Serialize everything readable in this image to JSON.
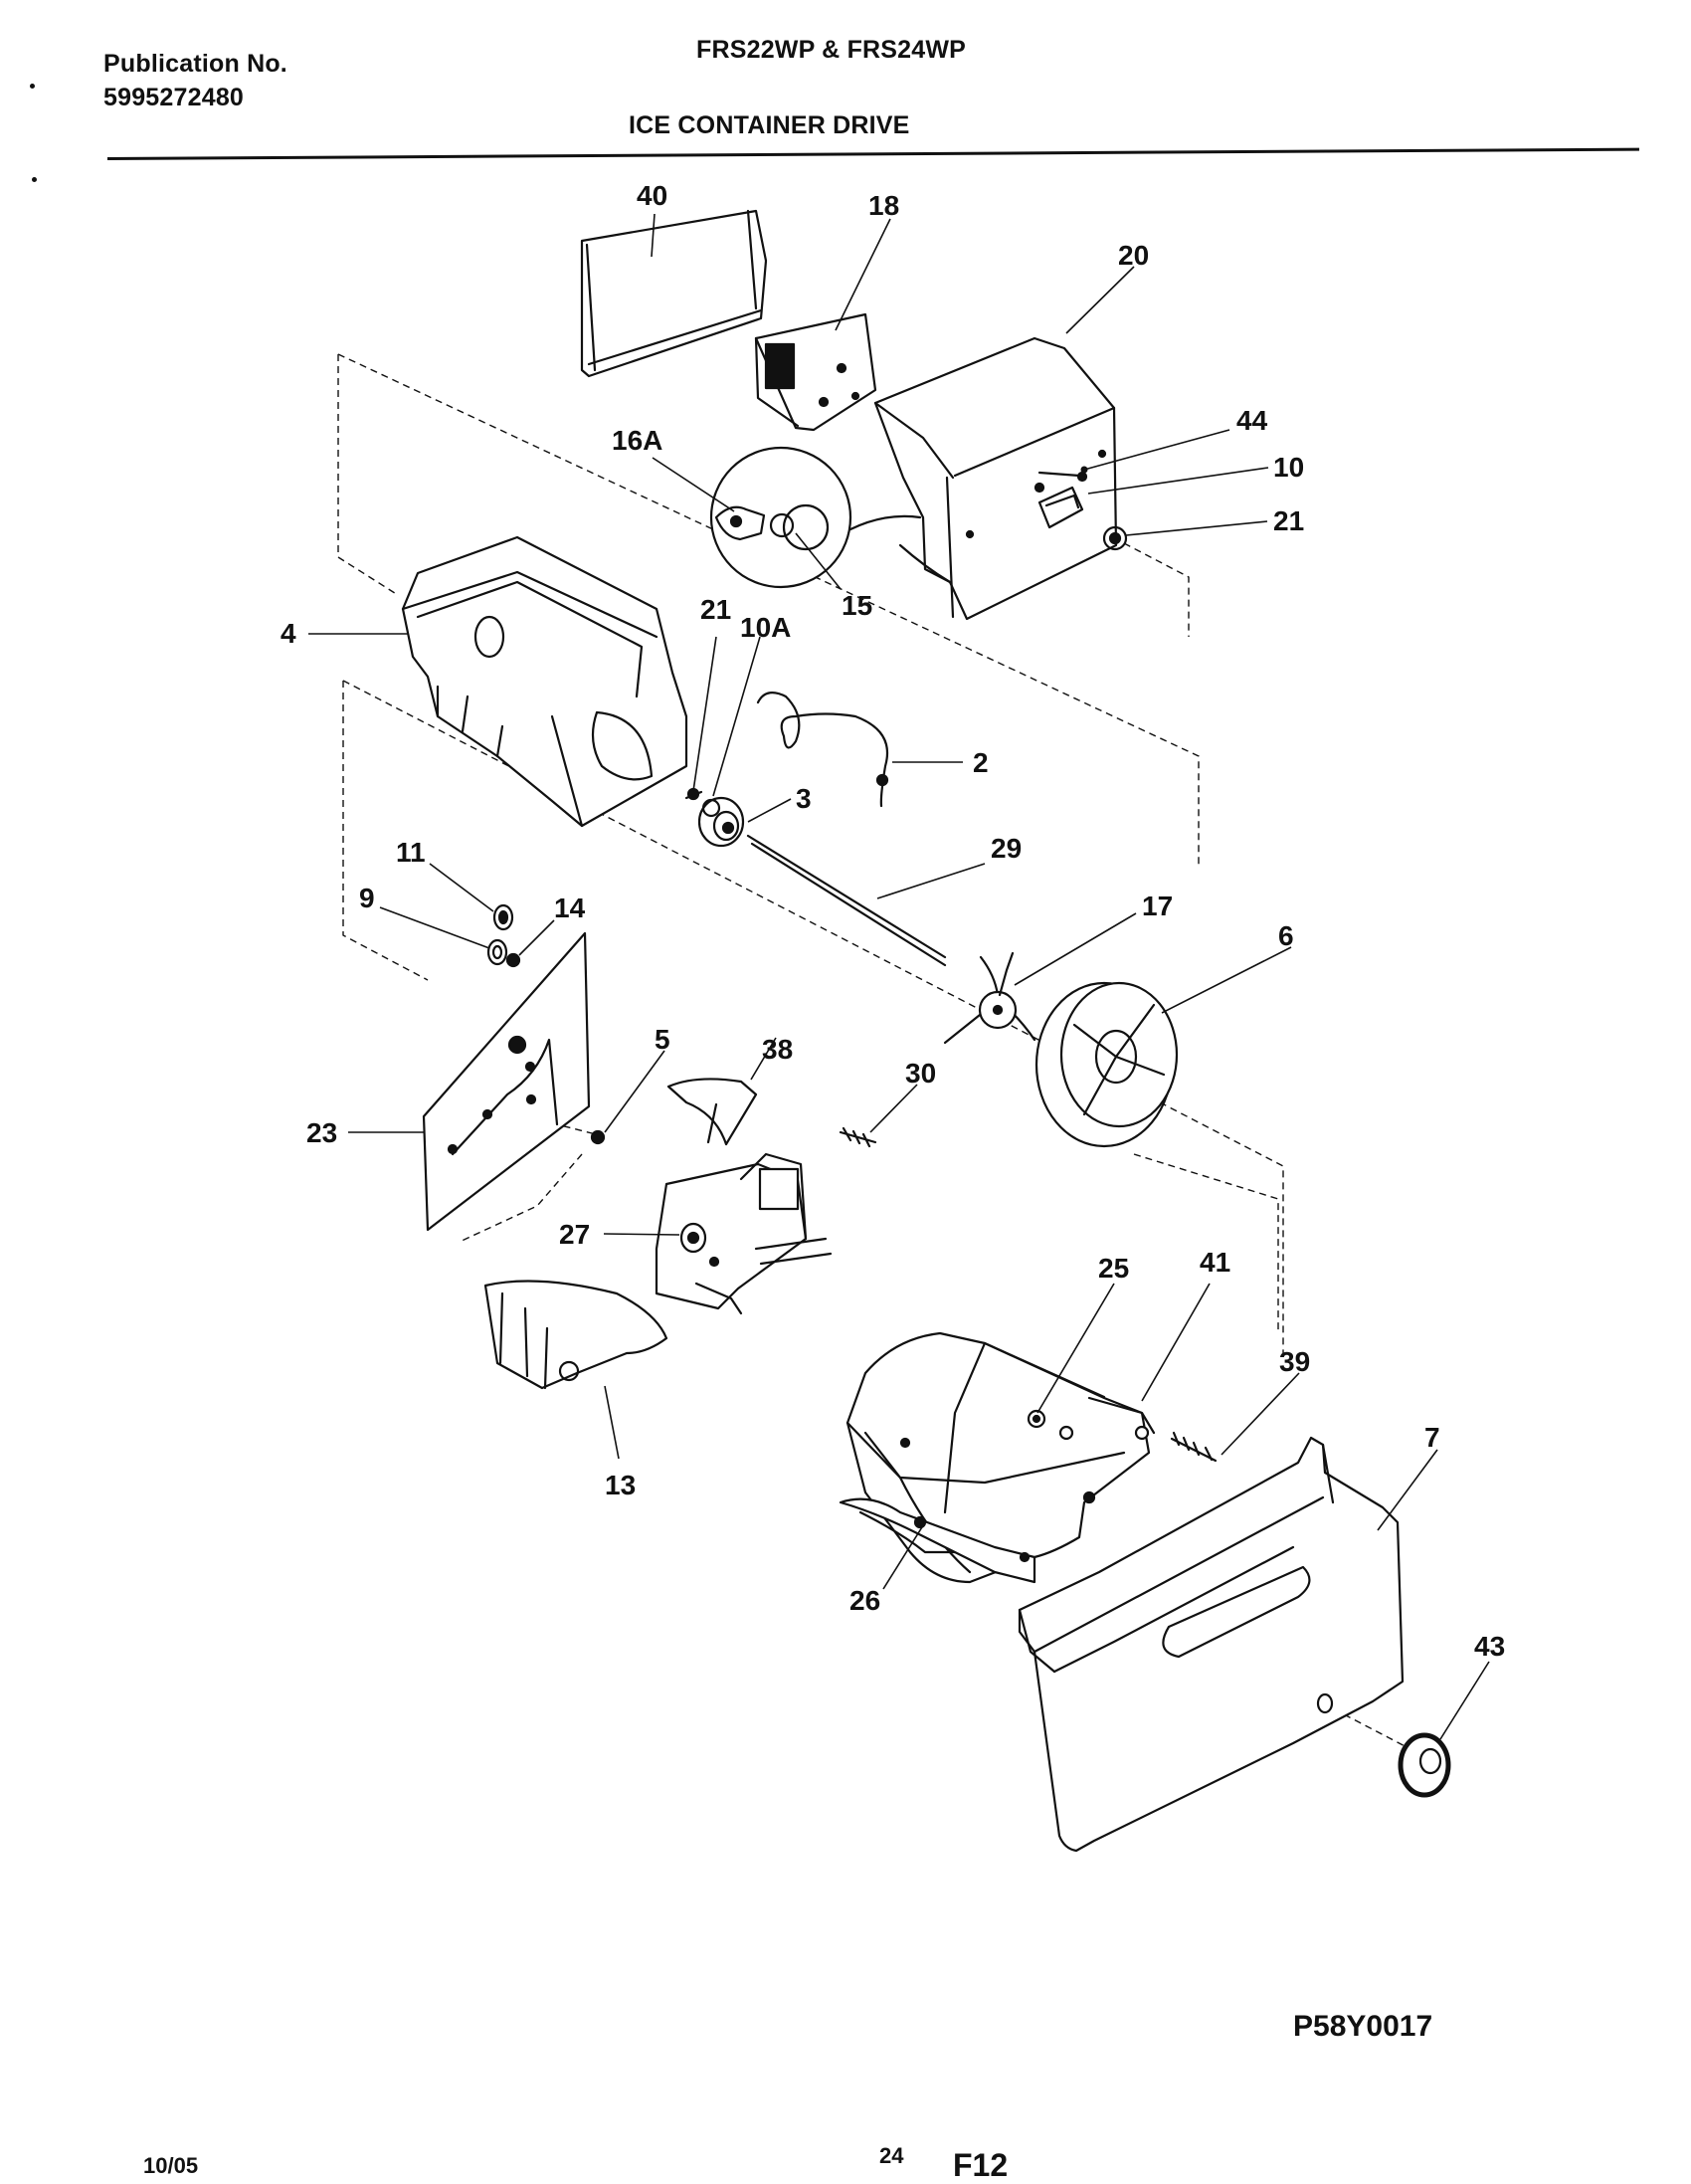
{
  "header": {
    "publication_label": "Publication No.",
    "publication_number": "5995272480",
    "models": "FRS22WP & FRS24WP",
    "section_title": "ICE CONTAINER DRIVE"
  },
  "callouts": [
    {
      "id": "callout-40",
      "label": "40"
    },
    {
      "id": "callout-18",
      "label": "18"
    },
    {
      "id": "callout-20",
      "label": "20"
    },
    {
      "id": "callout-44",
      "label": "44"
    },
    {
      "id": "callout-10",
      "label": "10"
    },
    {
      "id": "callout-21-right",
      "label": "21"
    },
    {
      "id": "callout-16a",
      "label": "16A"
    },
    {
      "id": "callout-15",
      "label": "15"
    },
    {
      "id": "callout-4",
      "label": "4"
    },
    {
      "id": "callout-21-left",
      "label": "21"
    },
    {
      "id": "callout-10a",
      "label": "10A"
    },
    {
      "id": "callout-2",
      "label": "2"
    },
    {
      "id": "callout-3",
      "label": "3"
    },
    {
      "id": "callout-29",
      "label": "29"
    },
    {
      "id": "callout-11",
      "label": "11"
    },
    {
      "id": "callout-9",
      "label": "9"
    },
    {
      "id": "callout-14",
      "label": "14"
    },
    {
      "id": "callout-17",
      "label": "17"
    },
    {
      "id": "callout-6",
      "label": "6"
    },
    {
      "id": "callout-5",
      "label": "5"
    },
    {
      "id": "callout-38",
      "label": "38"
    },
    {
      "id": "callout-30",
      "label": "30"
    },
    {
      "id": "callout-23",
      "label": "23"
    },
    {
      "id": "callout-27",
      "label": "27"
    },
    {
      "id": "callout-25",
      "label": "25"
    },
    {
      "id": "callout-41",
      "label": "41"
    },
    {
      "id": "callout-39",
      "label": "39"
    },
    {
      "id": "callout-7",
      "label": "7"
    },
    {
      "id": "callout-13",
      "label": "13"
    },
    {
      "id": "callout-26",
      "label": "26"
    },
    {
      "id": "callout-43",
      "label": "43"
    }
  ],
  "footer": {
    "drawing_code": "P58Y0017",
    "page_number": "24",
    "page_code": "F12",
    "date_code": "10/05"
  }
}
